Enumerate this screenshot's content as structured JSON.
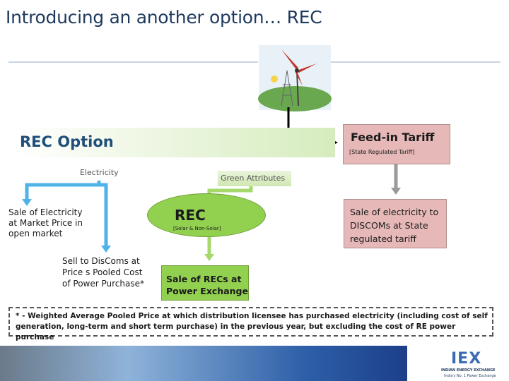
{
  "title": "Introducing an another option… REC",
  "rec_option": "REC Option",
  "feed_in": {
    "title": "Feed-in Tariff",
    "subtitle": "[State Regulated Tariff]"
  },
  "electricity": "Electricity",
  "green_attributes": "Green Attributes",
  "sale_market": "Sale of Electricity at Market Price in open market",
  "rec": {
    "title": "REC",
    "subtitle": "[Solar & Non-Solar]"
  },
  "sale_discom": "Sale of electricity to DISCOMs at State regulated tariff",
  "sell_discoms": "Sell to DisComs at Price s Pooled Cost of Power Purchase*",
  "sale_recs": "Sale of RECs at Power Exchange",
  "footnote": "* - Weighted Average Pooled Price at which distribution licensee has purchased electricity (including cost of self generation, long-term and short term purchase) in the previous year, but excluding the cost of RE power purchase",
  "logo": {
    "mark": "IEX",
    "name": "INDIAN ENERGY EXCHANGE",
    "tagline": "India's No. 1 Power Exchange"
  },
  "colors": {
    "green": "#92d050",
    "pink": "#e6b9b8",
    "arrow_blue": "#4fb3e8",
    "arrow_green": "#a6d86b",
    "arrow_grey": "#9a9a9a",
    "title_blue": "#1f3a5f"
  }
}
